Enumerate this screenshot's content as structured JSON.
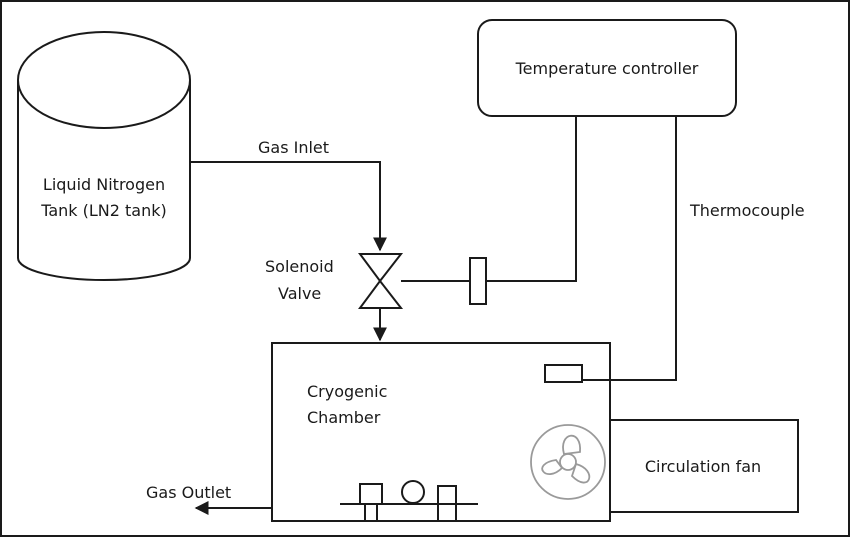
{
  "diagram": {
    "tank_label_line1": "Liquid Nitrogen",
    "tank_label_line2": "Tank (LN2 tank)",
    "gas_inlet": "Gas Inlet",
    "valve_label_line1": "Solenoid",
    "valve_label_line2": "Valve",
    "controller": "Temperature controller",
    "thermocouple": "Thermocouple",
    "chamber_line1": "Cryogenic",
    "chamber_line2": "Chamber",
    "fan": "Circulation fan",
    "gas_outlet": "Gas Outlet"
  },
  "icons": [
    "fan-icon",
    "solenoid-valve-icon",
    "arrow-icon"
  ]
}
